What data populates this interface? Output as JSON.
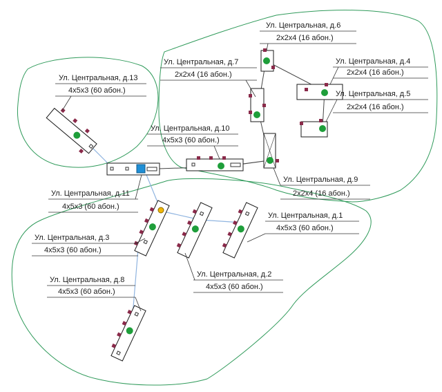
{
  "colors": {
    "zone": "#2f9a5a",
    "building": "#1a1a1a",
    "node": "#1e9e3a",
    "unit": "#8a2a4a",
    "link_dark": "#444444",
    "link_light": "#8fb4e0",
    "hub": "#1f8fd6",
    "junction": "#f2b705"
  },
  "buildings": {
    "b1": {
      "name": "Ул. Центральная, д.1",
      "spec": "4х5х3 (60  абон.)"
    },
    "b2": {
      "name": "Ул. Центральная, д.2",
      "spec": "4х5х3 (60 абон.)"
    },
    "b3": {
      "name": "Ул. Центральная, д.3",
      "spec": "4х5х3 (60 абон.)"
    },
    "b4": {
      "name": "Ул. Центральная, д.4",
      "spec": "2х2х4 (16 абон.)"
    },
    "b5": {
      "name": "Ул. Центральная, д.5",
      "spec": "2х2х4 (16 абон.)"
    },
    "b6": {
      "name": "Ул. Центральная, д.6",
      "spec": "2х2х4 (16 абон.)"
    },
    "b7": {
      "name": "Ул. Центральная, д.7",
      "spec": "2х2х4 (16 абон.)"
    },
    "b8": {
      "name": "Ул. Центральная, д.8",
      "spec": "4х5х3 (60 абон.)"
    },
    "b9": {
      "name": "Ул. Центральная, д.9",
      "spec": "2х2х4 (16 абон.)"
    },
    "b10": {
      "name": "Ул. Центральная, д.10",
      "spec": "4х5х3 (60 абон.)"
    },
    "b11": {
      "name": "Ул. Центральная, д.11",
      "spec": "4х5х3 (60 абон.)"
    },
    "b13": {
      "name": "Ул. Центральная, д.13",
      "spec": "4х5х3 (60 абон.)"
    }
  }
}
